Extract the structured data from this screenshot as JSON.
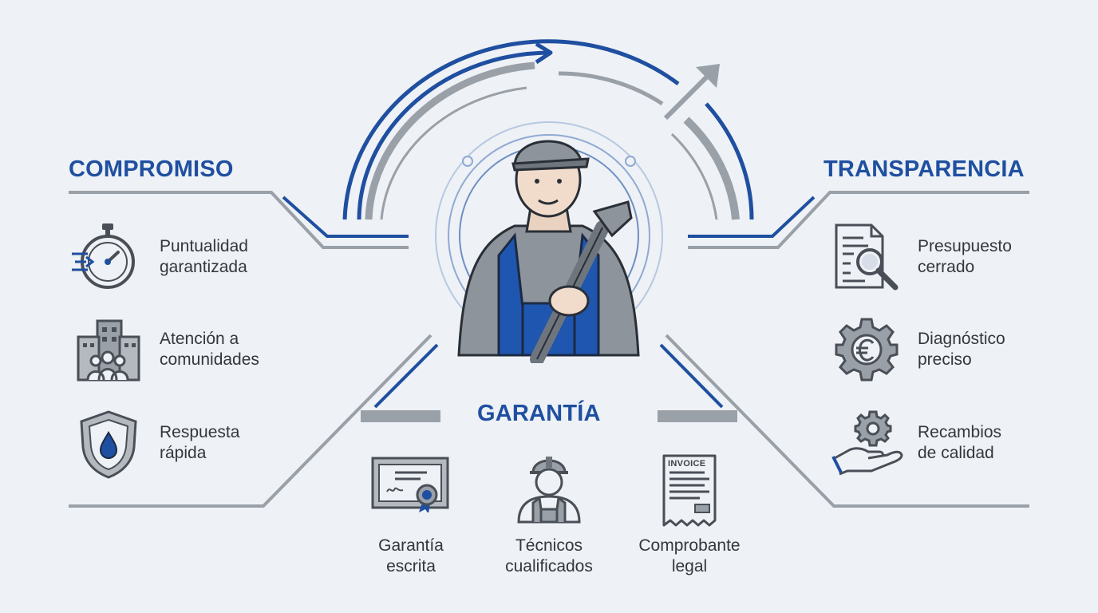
{
  "colors": {
    "primary_blue": "#1f4fa0",
    "gray": "#9aa0a8",
    "dark": "#4a4f57",
    "background": "#eef1f5"
  },
  "sections": {
    "compromiso": {
      "title": "COMPROMISO",
      "items": [
        {
          "icon": "stopwatch-icon",
          "line1": "Puntualidad",
          "line2": "garantizada"
        },
        {
          "icon": "building-community-icon",
          "line1": "Atención a",
          "line2": "comunidades"
        },
        {
          "icon": "shield-drop-icon",
          "line1": "Respuesta",
          "line2": "rápida"
        }
      ]
    },
    "transparencia": {
      "title": "TRANSPARENCIA",
      "items": [
        {
          "icon": "document-magnifier-icon",
          "line1": "Presupuesto",
          "line2": "cerrado"
        },
        {
          "icon": "gear-euro-icon",
          "line1": "Diagnóstico",
          "line2": "preciso"
        },
        {
          "icon": "hand-gear-icon",
          "line1": "Recambios",
          "line2": "de calidad"
        }
      ]
    },
    "garantia": {
      "title": "GARANTÍA",
      "items": [
        {
          "icon": "certificate-icon",
          "line1": "Garantía",
          "line2": "escrita"
        },
        {
          "icon": "technician-icon",
          "line1": "Técnicos",
          "line2": "cualificados"
        },
        {
          "icon": "invoice-icon",
          "line1": "Comprobante",
          "line2": "legal",
          "badge": "INVOICE"
        }
      ]
    }
  },
  "center_figure": {
    "icon": "plumber-with-wrench-icon"
  }
}
